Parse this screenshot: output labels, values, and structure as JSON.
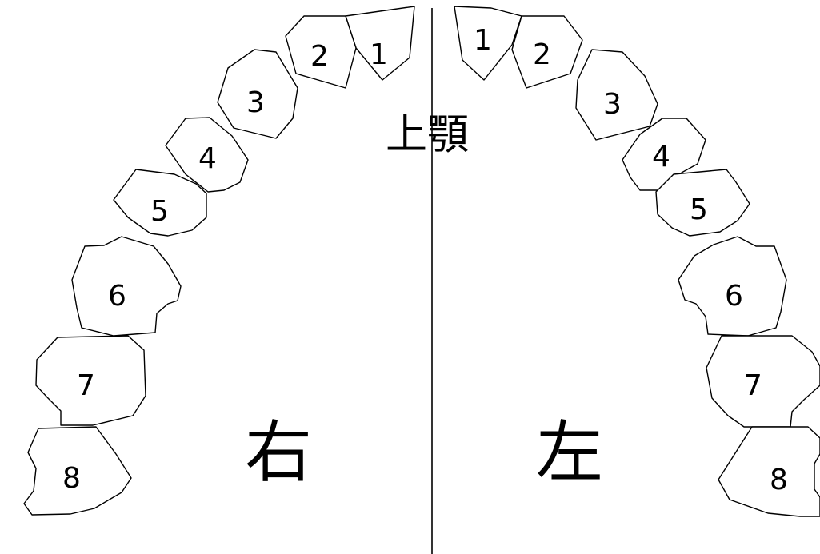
{
  "jaw_label": "上顎",
  "side_labels": {
    "right": "右",
    "left": "左"
  },
  "teeth_right": [
    "1",
    "2",
    "3",
    "4",
    "5",
    "6",
    "7",
    "8"
  ],
  "teeth_left": [
    "1",
    "2",
    "3",
    "4",
    "5",
    "6",
    "7",
    "8"
  ],
  "colors": {
    "line": "#000000",
    "background": "#ffffff"
  }
}
